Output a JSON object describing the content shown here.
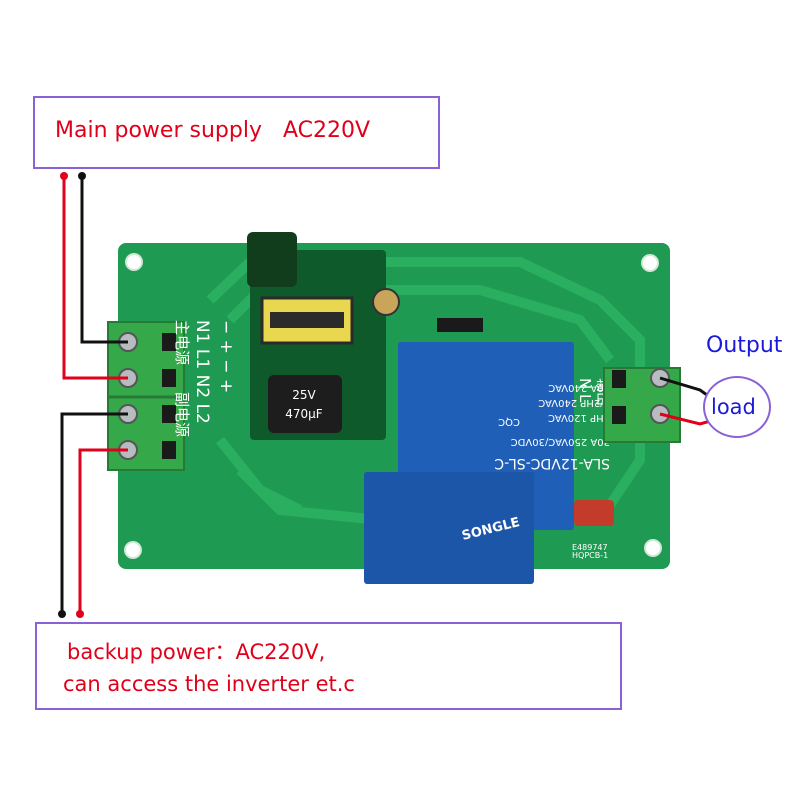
{
  "callouts": {
    "main_power": "Main power supply   AC220V",
    "backup_line1": "backup power：AC220V,",
    "backup_line2": "can access the inverter et.c",
    "output": "Output",
    "load": "load"
  },
  "silkscreen": {
    "input_pins": "N1 L1 N2 L2",
    "main_supply_cn": "主电源",
    "backup_supply_cn": "副电源",
    "polarity": "−  +  −  +",
    "output_cn": "输出",
    "output_pins": "N     L",
    "batch_code": "E489747",
    "board_id": "HQPCB-1"
  },
  "relay": {
    "model": "SLA-12VDC-SL-C",
    "rating1": "30A  250VAC/30VDC",
    "rating2": "1HP 120VAC",
    "rating3": "1/2HP 240VAC",
    "rating4": "30A  240VAC",
    "cqc": "CQC",
    "brand": "SONGLE"
  },
  "capacitor": {
    "spec1": "25V",
    "spec2": "470µF"
  },
  "colors": {
    "pcb": "#1f9a52",
    "terminal": "#35a84a",
    "relay": "#1f5fb7",
    "callout_border": "#8b62d6",
    "callout_text": "#e0001a",
    "output_text": "#1a1ad8"
  }
}
